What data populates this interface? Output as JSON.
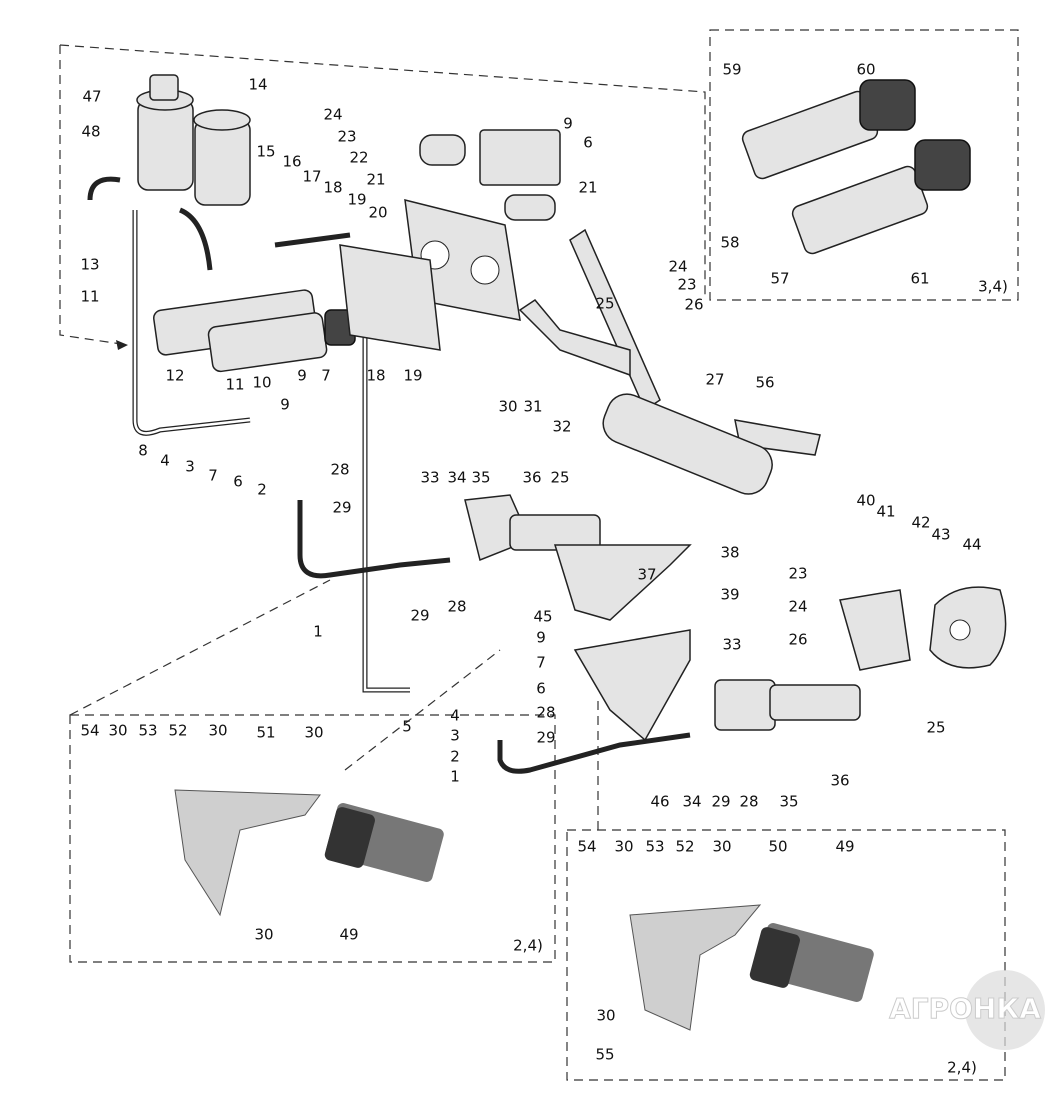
{
  "diagram": {
    "part_labels": [
      "47",
      "14",
      "48",
      "15",
      "16",
      "17",
      "18",
      "19",
      "13",
      "11",
      "12",
      "11",
      "10",
      "9",
      "7",
      "9",
      "8",
      "4",
      "3",
      "7",
      "6",
      "2",
      "28",
      "29",
      "1",
      "24",
      "23",
      "22",
      "21",
      "20",
      "18",
      "19",
      "9",
      "6",
      "21",
      "24",
      "23",
      "26",
      "25",
      "30",
      "31",
      "27",
      "56",
      "32",
      "33",
      "34",
      "35",
      "36",
      "25",
      "29",
      "28",
      "45",
      "9",
      "7",
      "6",
      "5",
      "4",
      "3",
      "2",
      "1",
      "28",
      "29",
      "37",
      "38",
      "39",
      "40",
      "41",
      "42",
      "43",
      "44",
      "23",
      "24",
      "26",
      "25",
      "33",
      "46",
      "34",
      "29",
      "28",
      "35",
      "36",
      "59",
      "60",
      "58",
      "57",
      "61",
      "54",
      "30",
      "53",
      "52",
      "30",
      "51",
      "30",
      "30",
      "49",
      "54",
      "30",
      "53",
      "52",
      "30",
      "50",
      "49",
      "30",
      "55"
    ],
    "variant_notes": {
      "top_right": "3,4)",
      "bottom_left": "2,4)",
      "bottom_right": "2,4)"
    },
    "watermark_logo": "АГРОНКА"
  }
}
